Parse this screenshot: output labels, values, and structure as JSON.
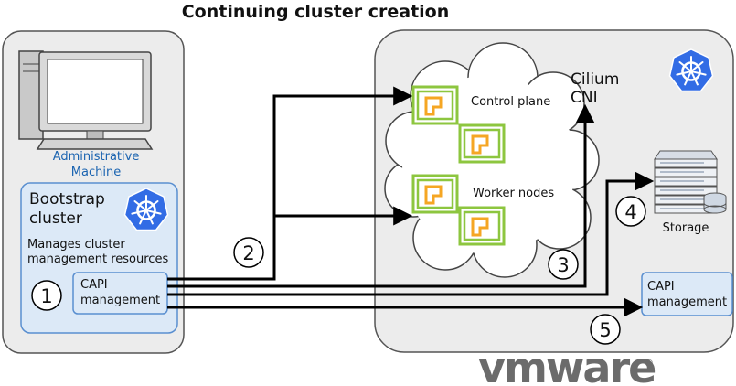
{
  "title": "Continuing cluster creation",
  "admin_machine": {
    "label_line1": "Administrative",
    "label_line2": "Machine",
    "icon": "computer-icon"
  },
  "bootstrap": {
    "title_line1": "Bootstrap",
    "title_line2": "cluster",
    "desc_line1": "Manages cluster",
    "desc_line2": "management resources",
    "icon": "kubernetes-icon"
  },
  "capi_local": {
    "line1": "CAPI",
    "line2": "management"
  },
  "cloud": {
    "control_plane_label": "Control plane",
    "worker_nodes_label": "Worker nodes",
    "icon": "vm-node-icon"
  },
  "cilium": {
    "line1": "Cilium",
    "line2": "CNI"
  },
  "storage": {
    "label": "Storage",
    "icon": "storage-server-icon"
  },
  "capi_remote": {
    "line1": "CAPI",
    "line2": "management"
  },
  "target_icon": "kubernetes-icon",
  "steps": [
    "1",
    "2",
    "3",
    "4",
    "5"
  ],
  "brand": {
    "text": "vmware",
    "registered": "®"
  },
  "colors": {
    "panel": "#ececec",
    "blue_box": "#dce9f7",
    "blue_border": "#5a8fd0",
    "k8s_blue": "#326ce5",
    "node_green": "#8dc63f",
    "node_orange": "#f5a623",
    "arrow": "#000000"
  }
}
